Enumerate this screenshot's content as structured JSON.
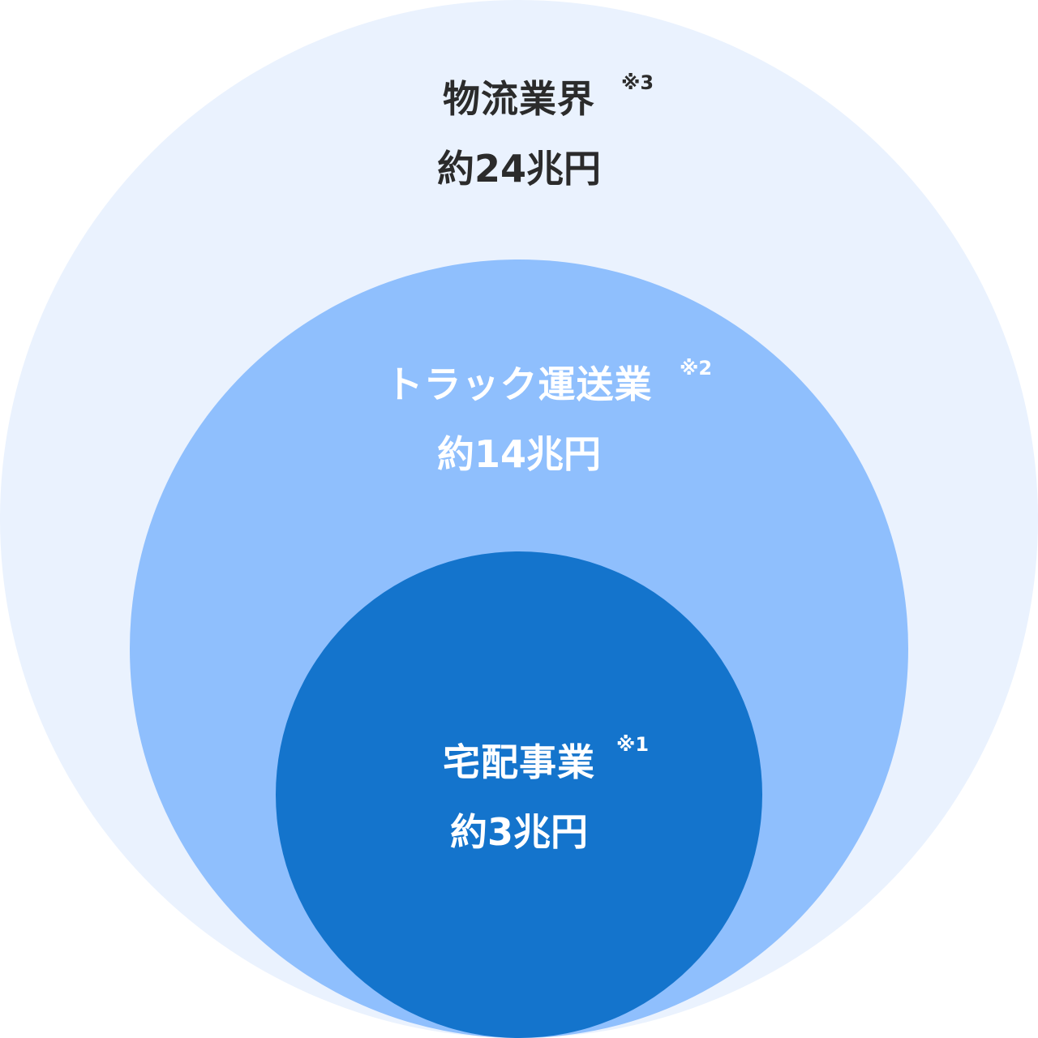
{
  "colors": {
    "outer": "#eaf2fe",
    "middle": "#8fbffd",
    "inner": "#1474cc",
    "outer_text": "#2b2b2b",
    "inner_text": "#ffffff"
  },
  "circles": [
    {
      "id": "outer",
      "name": "物流業界",
      "note": "※3",
      "value": "約24兆円",
      "value_trillion_yen": 24
    },
    {
      "id": "middle",
      "name": "トラック運送業",
      "note": "※2",
      "value": "約14兆円",
      "value_trillion_yen": 14
    },
    {
      "id": "inner",
      "name": "宅配事業",
      "note": "※1",
      "value": "約3兆円",
      "value_trillion_yen": 3
    }
  ]
}
